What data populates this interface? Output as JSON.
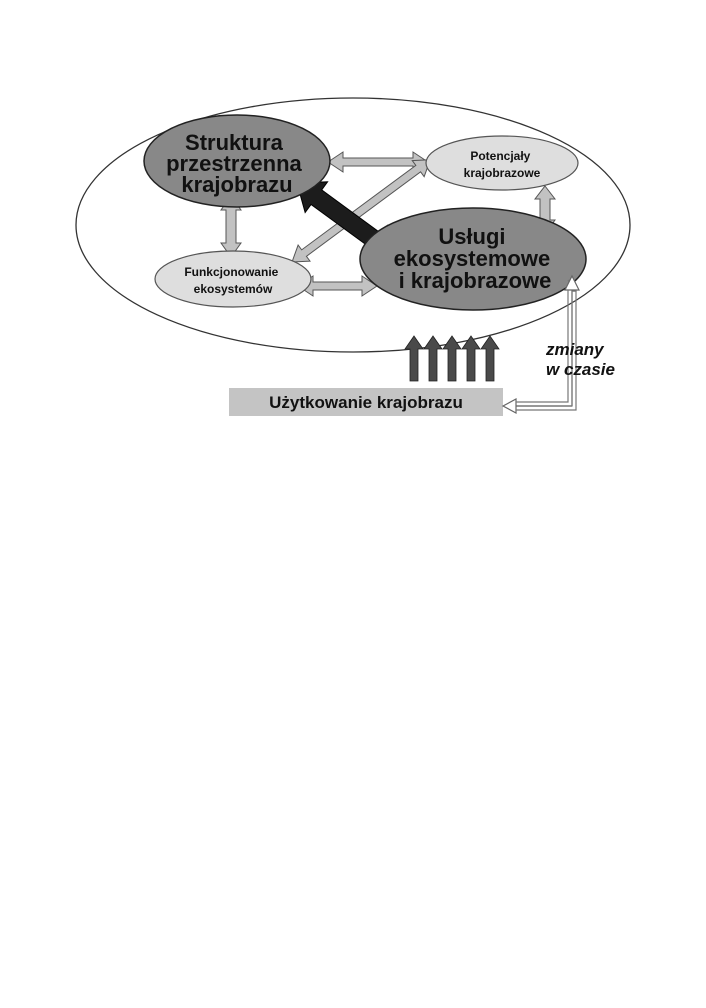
{
  "nodes": {
    "struktura": [
      "Struktura",
      "przestrzenna",
      "krajobrazu"
    ],
    "potencjaly": [
      "Potencjały",
      "krajobrazowe"
    ],
    "funkcjonowanie": [
      "Funkcjonowanie",
      "ekosystemów"
    ],
    "uslugi": [
      "Usługi",
      "ekosystemowe",
      "i krajobrazowe"
    ]
  },
  "land_use_label": "Użytkowanie krajobrazu",
  "time_changes_label": [
    "zmiany",
    "w czasie"
  ],
  "colors": {
    "dark_node": "#888888",
    "light_node": "#dedede",
    "arrow_light": "#b8b8b8",
    "arrow_dark": "#1c1c1c",
    "pressure_arrow": "#4a4a4a",
    "bar_fill": "#c4c4c4"
  }
}
